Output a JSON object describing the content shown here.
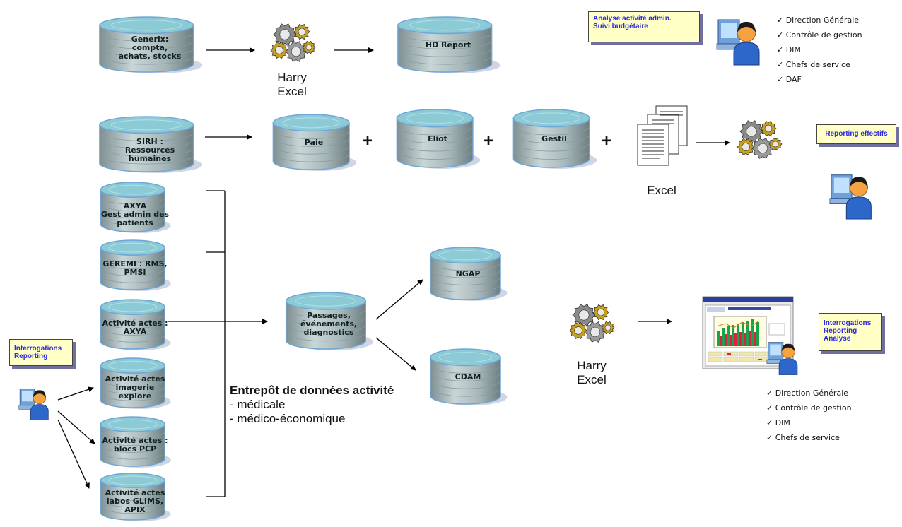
{
  "databases": {
    "generix": "Generix:\ncompta,\nachats, stocks",
    "hd_report": "HD Report",
    "sirh": "SIRH :\nRessources\nhumaines",
    "paie": "Paie",
    "eliot": "Eliot",
    "gestil": "Gestil",
    "axya": "AXYA\nGest admin des\npatients",
    "geremi": "GEREMI : RMS,\nPMSI",
    "actes_axya": "Activité actes :\nAXYA",
    "actes_imagerie": "Activité actes\nimagerie\nexplore",
    "actes_blocs": "Activité actes :\nblocs PCP",
    "actes_labos": "Activité actes\nlabos GLIMS,\nAPIX",
    "passages": "Passages,\névénements,\ndiagnostics",
    "ngap": "NGAP",
    "cdam": "CDAM"
  },
  "tools": {
    "harry_excel_top": "Harry\nExcel",
    "excel_mid": "Excel",
    "harry_excel_bottom": "Harry\nExcel"
  },
  "plus_sign": "+",
  "boxes": {
    "analyse_line1": "Analyse activité admin.",
    "analyse_line2": "Suivi budgétaire",
    "reporting_effectifs": "Reporting effectifs",
    "interro_left_line1": "Interrogations",
    "interro_left_line2": "Reporting",
    "interro_right_line1": "Interrogations",
    "interro_right_line2": "Reporting",
    "interro_right_line3": "Analyse"
  },
  "checklist_top": [
    "✓ Direction Générale",
    "✓ Contrôle de gestion",
    "✓ DIM",
    "✓ Chefs de service",
    "✓ DAF"
  ],
  "checklist_bottom": [
    "✓ Direction Générale",
    "✓ Contrôle de gestion",
    "✓ DIM",
    "✓ Chefs de service"
  ],
  "entrepot": {
    "title": "Entrepôt de données activité",
    "line1": "- médicale",
    "line2": "- médico-économique"
  },
  "icons": [
    "database-icon",
    "gears-icon",
    "user-computer-icon",
    "documents-icon",
    "report-screen-icon"
  ],
  "colors": {
    "db_top": "#8fc9d4",
    "db_body": "#a9b9ba",
    "box_fill": "#ffffc6",
    "box_text": "#2a2adf"
  }
}
